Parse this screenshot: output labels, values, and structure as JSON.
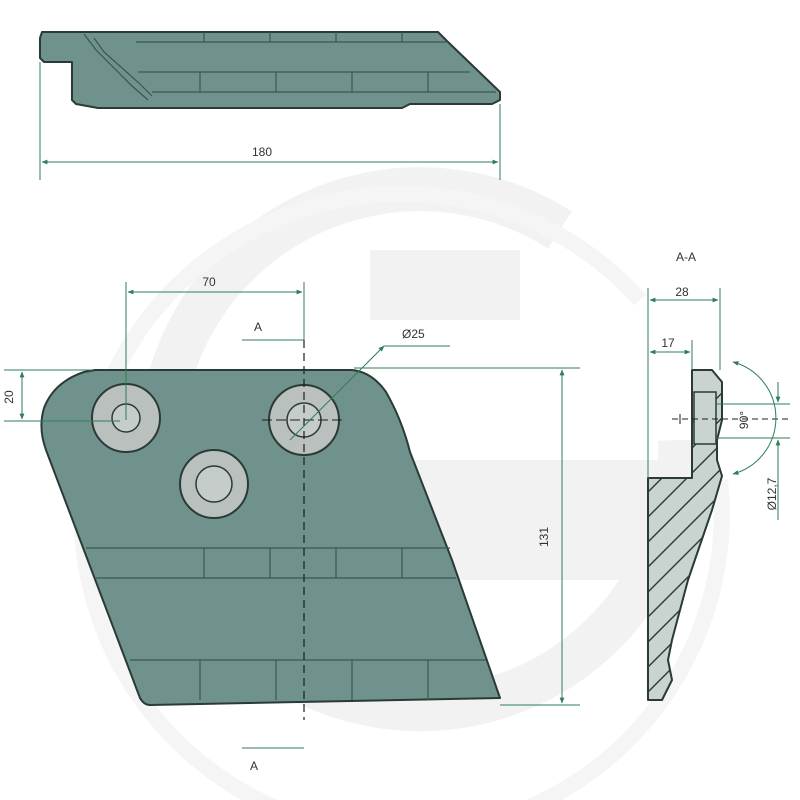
{
  "watermark": {
    "icon": "g-logo-watermark-icon",
    "color": "#f1f2f1"
  },
  "colors": {
    "part": "#6f928c",
    "outline": "#2a3a37",
    "dimension": "#2f7d5a",
    "hole": "#b9c0bd"
  },
  "top_view": {
    "width_label": "180"
  },
  "front_view": {
    "hole_spacing_label": "70",
    "hole_diameter_label": "Ø25",
    "top_offset_label": "20",
    "height_label": "131",
    "section_marker_top": "A",
    "section_marker_bottom": "A"
  },
  "section_view": {
    "title": "A-A",
    "thickness_label": "28",
    "step_label": "17",
    "angle_label": "90°",
    "bore_label": "Ø12,7"
  }
}
